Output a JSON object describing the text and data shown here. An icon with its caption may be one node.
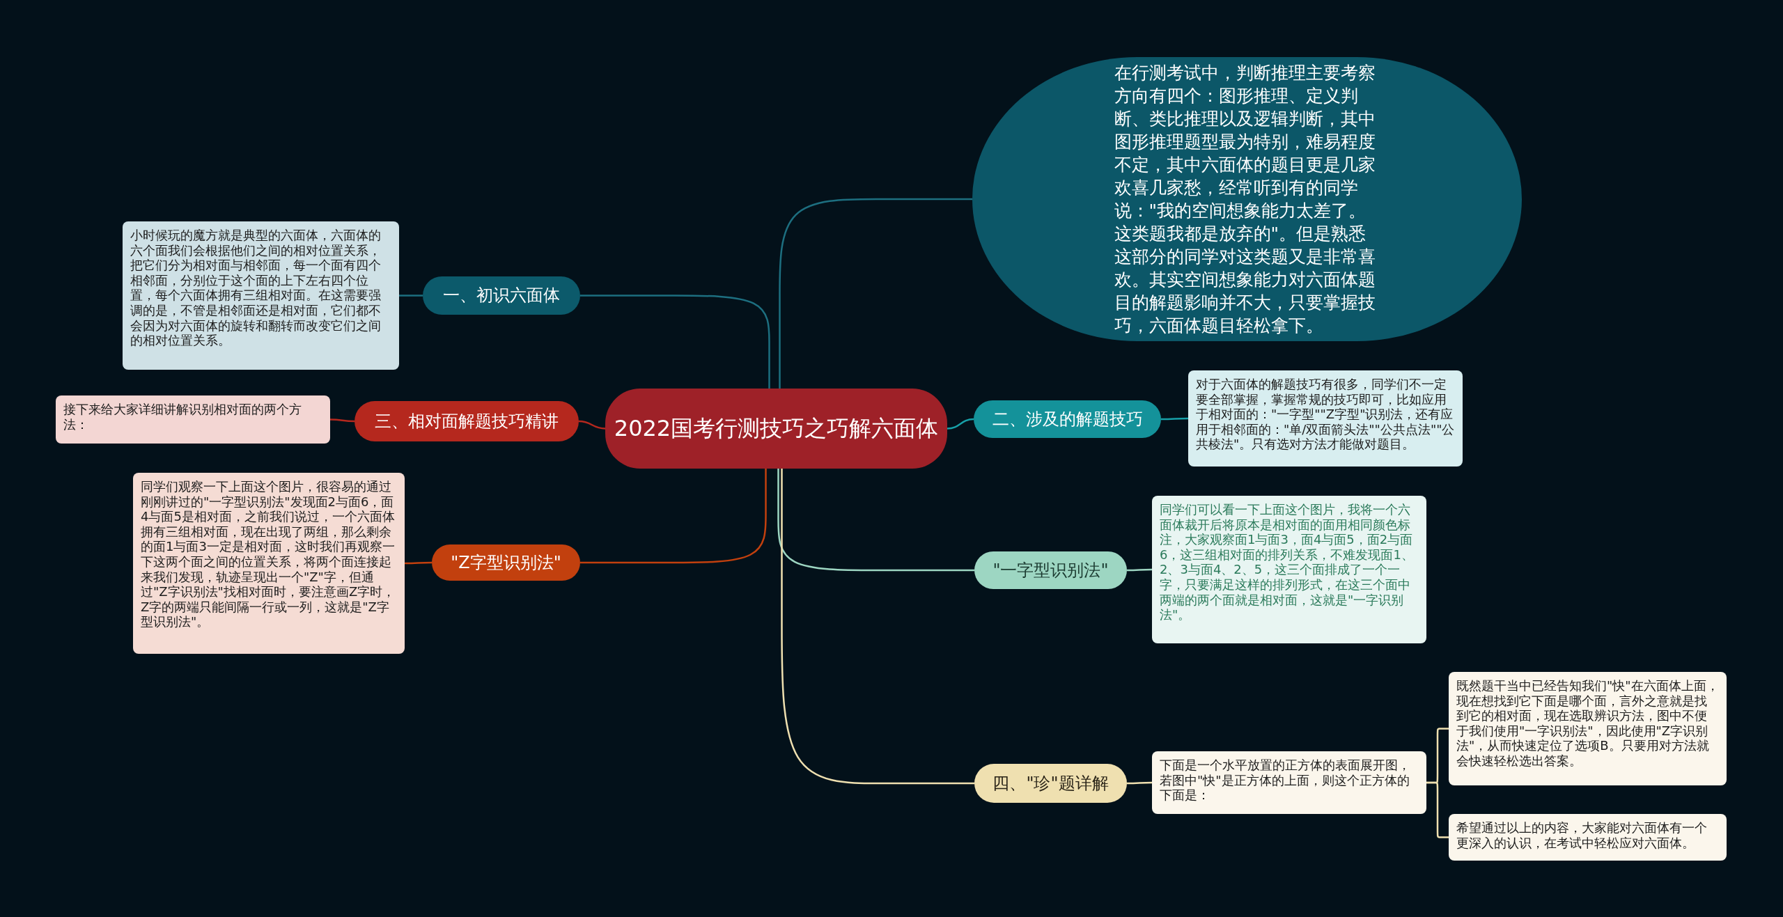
{
  "diagram": {
    "nodes": [
      {
        "text": [
          "2022国考行测技巧之巧解六面体"
        ]
      },
      {
        "text": [
          "在行测考试中，判断推理主要考察方向有四个：图形推理、定义判断、类比推理以及逻辑判断，其中图形推理题型最为特别，难易程度不定，其中六面体的题目更是几家欢喜几家愁，经常听到有的同学说：\"我的空间想象能力太差了。这类题我都是放弃的\"。但是熟悉这部分的同学对这类题又是非常喜欢。其实空间想象能力对六面体题目的解题影响并不大，只要掌握技巧，六面体题目轻松拿下。"
        ]
      },
      {
        "text": [
          "一、初识六面体"
        ]
      },
      {
        "text": [
          "小时候玩的魔方就是典型的六面体，六面体的六个面我们会根据他们之间的相对位置关系，把它们分为相对面与相邻面，每一个面有四个相邻面，分别位于这个面的上下左右四个位置，每个六面体拥有三组相对面。在这需要强调的是，不管是相邻面还是相对面，它们都不会因为对六面体的旋转和翻转而改变它们之间的相对位置关系。"
        ]
      },
      {
        "text": [
          "三、相对面解题技巧精讲"
        ]
      },
      {
        "text": [
          "接下来给大家详细讲解识别相对面的两个方法："
        ]
      },
      {
        "text": [
          "\"Z字型识别法\""
        ]
      },
      {
        "text": [
          "同学们观察一下上面这个图片，很容易的通过刚刚讲过的\"一字型识别法\"发现面2与面6，面4与面5是相对面，之前我们说过，一个六面体拥有三组相对面，现在出现了两组，那么剩余的面1与面3一定是相对面，这时我们再观察一下这两个面之间的位置关系，将两个面连接起来我们发现，轨迹呈现出一个\"Z\"字，但通过\"Z字识别法\"找相对面时，要注意画Z字时，Z字的两端只能间隔一行或一列，这就是\"Z字型识别法\"。"
        ]
      },
      {
        "text": [
          "二、涉及的解题技巧"
        ]
      },
      {
        "text": [
          "对于六面体的解题技巧有很多，同学们不一定要全部掌握，掌握常规的技巧即可，比如应用于相对面的：\"一字型\"\"Z字型\"识别法，还有应用于相邻面的：\"单/双面箭头法\"\"公共点法\"\"公共棱法\"。只有选对方法才能做对题目。"
        ]
      },
      {
        "text": [
          "\"一字型识别法\""
        ]
      },
      {
        "text": [
          "同学们可以看一下上面这个图片，我将一个六面体裁开后将原本是相对面的面用相同颜色标注，大家观察面1与面3，面4与面5，面2与面6，这三组相对面的排列关系，不难发现面1、2、3与面4、2、5，这三个面排成了一个一字，只要满足这样的排列形式，在这三个面中两端的两个面就是相对面，这就是\"一字识别法\"。"
        ]
      },
      {
        "text": [
          "四、\"珍\"题详解"
        ]
      },
      {
        "text": [
          "下面是一个水平放置的正方体的表面展开图，若图中\"快\"是正方体的上面，则这个正方体的下面是："
        ]
      },
      {
        "text": [
          "既然题干当中已经告知我们\"快\"在六面体上面，现在想找到它下面是哪个面，言外之意就是找到它的相对面，现在选取辨识方法，图中不便于我们使用\"一字识别法\"，因此使用\"Z字识别法\"，从而快速定位了选项B。只要用对方法就会快速轻松选出答案。"
        ]
      },
      {
        "text": [
          "希望通过以上的内容，大家能对六面体有一个更深入的认识，在考试中轻松应对六面体。"
        ]
      }
    ],
    "edges": [
      {
        "from": 0,
        "to": 1,
        "arrow": "none",
        "color": "#1d6f80"
      },
      {
        "from": 0,
        "to": 2,
        "arrow": "none",
        "color": "#1d6f80"
      },
      {
        "from": 2,
        "to": 3,
        "arrow": "none",
        "color": "#1d6f80"
      },
      {
        "from": 0,
        "to": 4,
        "arrow": "none",
        "color": "#b5281e"
      },
      {
        "from": 4,
        "to": 5,
        "arrow": "none",
        "color": "#b5281e"
      },
      {
        "from": 0,
        "to": 6,
        "arrow": "none",
        "color": "#c2400e"
      },
      {
        "from": 6,
        "to": 7,
        "arrow": "none",
        "color": "#c2400e"
      },
      {
        "from": 0,
        "to": 8,
        "arrow": "none",
        "color": "#17a0a8"
      },
      {
        "from": 8,
        "to": 9,
        "arrow": "none",
        "color": "#17a0a8"
      },
      {
        "from": 0,
        "to": 10,
        "arrow": "none",
        "color": "#9dd6c2"
      },
      {
        "from": 10,
        "to": 11,
        "arrow": "none",
        "color": "#9dd6c2"
      },
      {
        "from": 0,
        "to": 12,
        "arrow": "none",
        "color": "#efe0b0"
      },
      {
        "from": 12,
        "to": 13,
        "arrow": "none",
        "color": "#efe0b0"
      },
      {
        "from": 13,
        "to": 14,
        "arrow": "none",
        "color": "#efe0b0"
      },
      {
        "from": 13,
        "to": 15,
        "arrow": "none",
        "color": "#efe0b0"
      }
    ]
  }
}
